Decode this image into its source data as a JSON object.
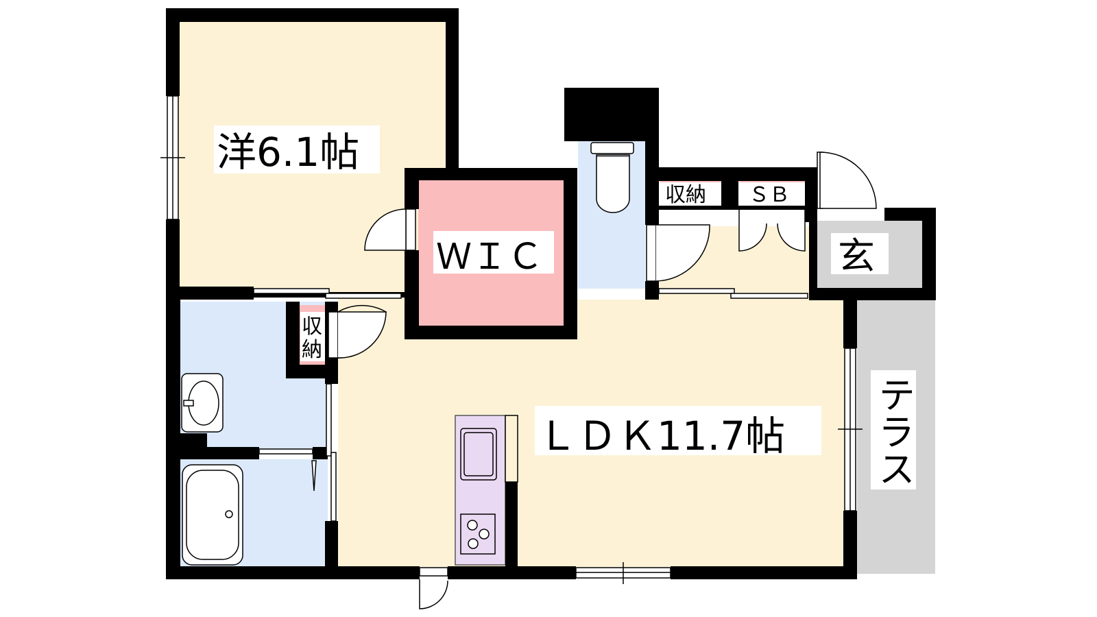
{
  "floorplan": {
    "rooms": {
      "western_room": "洋6.1帖",
      "wic": "ＷＩＣ",
      "ldk": "ＬＤＫ11.7帖",
      "entrance": "玄",
      "terrace": "テラス",
      "storage_top": "収納",
      "shoe_box": "ＳＢ",
      "storage_left_line1": "収",
      "storage_left_line2": "納"
    },
    "colors": {
      "living_floor": "#fdf2d6",
      "wic_floor": "#fbbcbd",
      "wet_area": "#dbe9fb",
      "entrance_floor": "#d4d4d4",
      "terrace_floor": "#d4d4d4",
      "kitchen": "#ead9f3",
      "wall": "#000000"
    }
  }
}
